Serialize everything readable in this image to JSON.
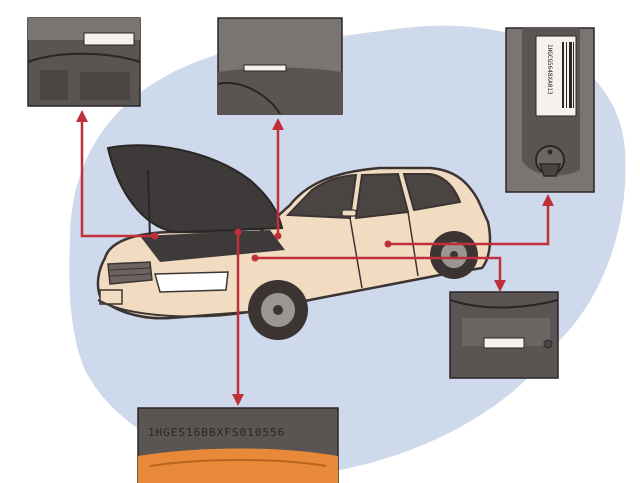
{
  "diagram": {
    "title": "",
    "vin_example": "1HGES16BBXFS010556",
    "sticker_text": "1HGCG5648XA013",
    "colors": {
      "background_blob": "#cfd9ec",
      "car_body": "#f1dcc2",
      "car_outline": "#3b3433",
      "arrow": "#c0303a",
      "inset_panel": "#5a5553",
      "hood_dark": "#3e3a3a",
      "orange_part": "#e8893a"
    },
    "icons": [
      "car-illustration",
      "windshield-inset",
      "dashboard-inset",
      "door-jamb-inset",
      "frame-inset",
      "engine-block-inset"
    ]
  }
}
